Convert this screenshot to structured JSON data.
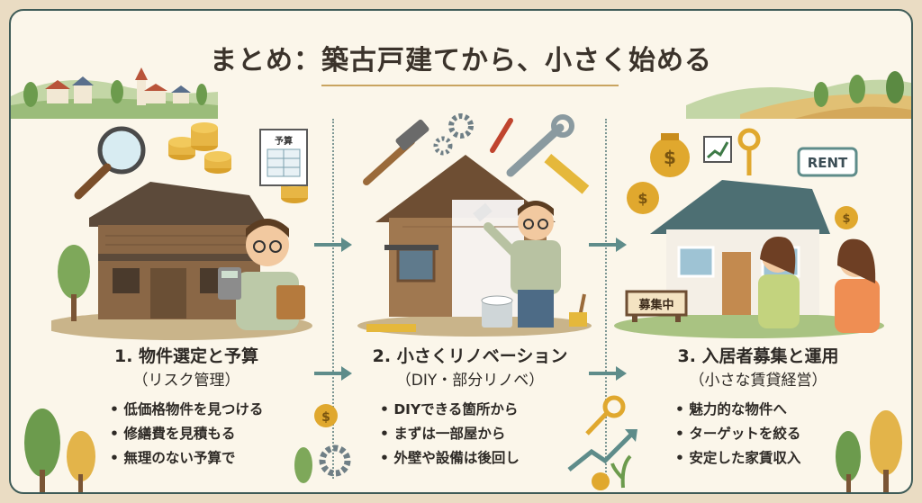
{
  "title": "まとめ：築古戸建てから、小さく始める",
  "steps": [
    {
      "heading": "1. 物件選定と予算",
      "subheading": "（リスク管理）",
      "bullets": [
        "低価格物件を見つける",
        "修繕費を見積もる",
        "無理のない予算で"
      ],
      "note_label": "予算"
    },
    {
      "heading": "2. 小さくリノベーション",
      "subheading": "（DIY・部分リノベ）",
      "bullets": [
        "DIYできる箇所から",
        "まずは一部屋から",
        "外壁や設備は後回し"
      ]
    },
    {
      "heading": "3. 入居者募集と運用",
      "subheading": "（小さな賃貸経営）",
      "bullets": [
        "魅力的な物件へ",
        "ターゲットを絞る",
        "安定した家賃収入"
      ],
      "sign_label": "RENT",
      "board_label": "募集中"
    }
  ],
  "colors": {
    "border": "#3e5b57",
    "arrow": "#5e8c8a",
    "gold": "#e0a82e",
    "background": "#fbf6ea"
  }
}
